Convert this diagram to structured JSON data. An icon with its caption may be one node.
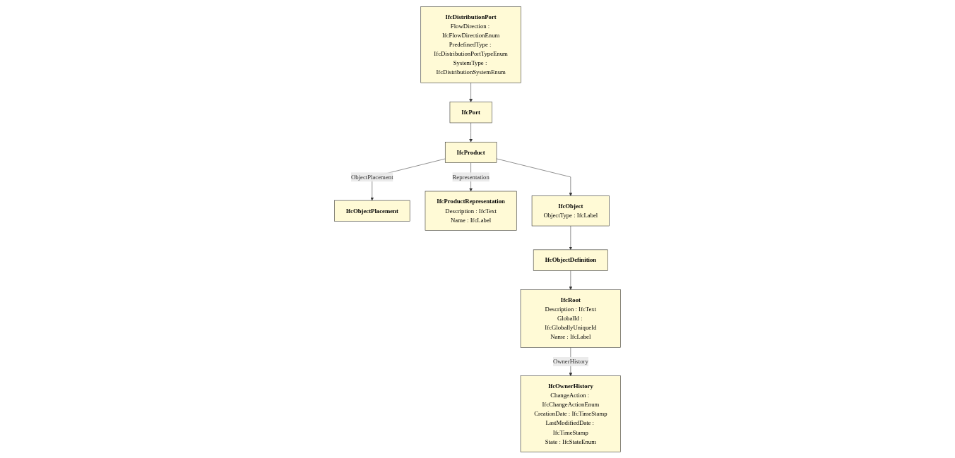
{
  "diagram": {
    "nodes": [
      {
        "text": [
          "IfcDistributionPort",
          "FlowDirection : IfcFlowDirectionEnum",
          "PredefinedType : IfcDistributionPortTypeEnum",
          "SystemType : IfcDistributionSystemEnum"
        ]
      },
      {
        "text": [
          "IfcPort"
        ]
      },
      {
        "text": [
          "IfcObjectPlacement"
        ]
      },
      {
        "text": [
          "IfcProduct"
        ]
      },
      {
        "text": [
          "IfcProductRepresentation",
          "Description : IfcText",
          "Name : IfcLabel"
        ]
      },
      {
        "text": [
          "IfcRoot",
          "Description : IfcText",
          "GlobalId : IfcGloballyUniqueId",
          "Name : IfcLabel"
        ]
      },
      {
        "text": [
          "IfcOwnerHistory",
          "ChangeAction : IfcChangeActionEnum",
          "CreationDate : IfcTimeStamp",
          "LastModifiedDate : IfcTimeStamp",
          "State : IfcStateEnum"
        ]
      },
      {
        "text": [
          "IfcObject",
          "ObjectType : IfcLabel"
        ]
      },
      {
        "text": [
          "IfcObjectDefinition"
        ]
      }
    ],
    "edges": [
      {
        "from": 0,
        "to": 1,
        "arrow": "to"
      },
      {
        "from": 1,
        "to": 3,
        "arrow": "to"
      },
      {
        "from": 3,
        "to": 2,
        "arrow": "to",
        "label": "ObjectPlacement"
      },
      {
        "from": 3,
        "to": 4,
        "arrow": "to",
        "label": "Representation"
      },
      {
        "from": 3,
        "to": 7,
        "arrow": "to"
      },
      {
        "from": 5,
        "to": 6,
        "arrow": "to",
        "label": "OwnerHistory"
      },
      {
        "from": 7,
        "to": 8,
        "arrow": "to"
      },
      {
        "from": 8,
        "to": 5,
        "arrow": "to"
      }
    ]
  }
}
